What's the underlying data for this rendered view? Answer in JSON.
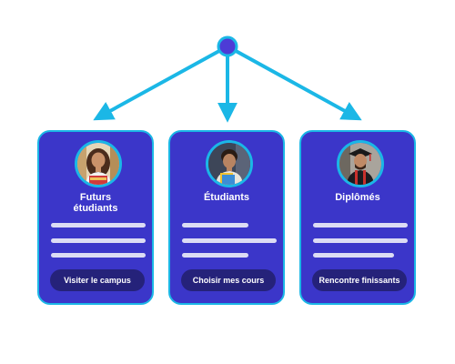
{
  "colors": {
    "accent": "#1bb7e6",
    "card_background": "#3b36c9",
    "button_background": "#25227a",
    "hub_fill": "#4d3bd6",
    "text_lines": "#dcdcf4"
  },
  "cards": [
    {
      "title": "Futurs étudiants",
      "button_label": "Visiter le campus",
      "avatar_icon": "portrait-young-woman-with-books",
      "text_line_fractions": [
        0.8,
        0.8,
        0.8
      ]
    },
    {
      "title": "Étudiants",
      "button_label": "Choisir mes cours",
      "avatar_icon": "portrait-student-with-notebooks",
      "text_line_fractions": [
        0.7,
        1.0,
        0.7
      ]
    },
    {
      "title": "Diplômés",
      "button_label": "Rencontre finissants",
      "avatar_icon": "portrait-graduate-in-cap-and-gown",
      "text_line_fractions": [
        1.0,
        1.0,
        0.85
      ]
    }
  ]
}
